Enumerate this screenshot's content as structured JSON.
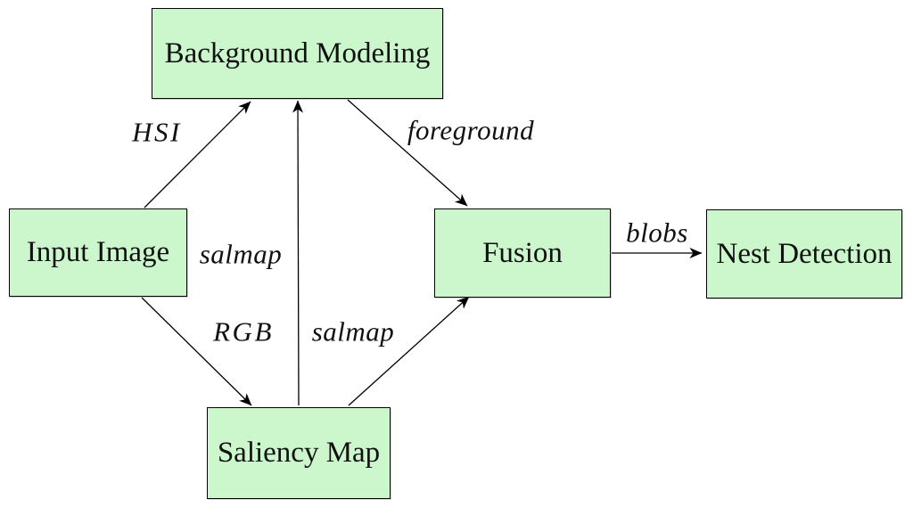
{
  "diagram": {
    "nodes": {
      "background_modeling": "Background Modeling",
      "input_image": "Input Image",
      "fusion": "Fusion",
      "nest_detection": "Nest Detection",
      "saliency_map": "Saliency Map"
    },
    "edges": [
      {
        "from": "Input Image",
        "to": "Background Modeling",
        "label": "HSI"
      },
      {
        "from": "Saliency Map",
        "to": "Background Modeling",
        "label": "salmap"
      },
      {
        "from": "Background Modeling",
        "to": "Fusion",
        "label": "foreground"
      },
      {
        "from": "Input Image",
        "to": "Saliency Map",
        "label": "RGB"
      },
      {
        "from": "Saliency Map",
        "to": "Fusion",
        "label": "salmap"
      },
      {
        "from": "Fusion",
        "to": "Nest Detection",
        "label": "blobs"
      }
    ],
    "colors": {
      "node_fill": "#ccf7cc",
      "node_border": "#000000",
      "arrow": "#000000",
      "label_text": "#111111",
      "background": "#ffffff"
    }
  }
}
